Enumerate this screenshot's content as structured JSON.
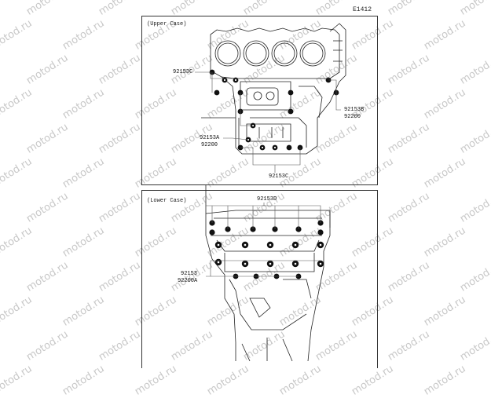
{
  "watermark": {
    "text": "motod.ru"
  },
  "document": {
    "code": "E1412"
  },
  "upper_case": {
    "title": "(Upper Case)",
    "callouts": {
      "c1": "92153C",
      "b_part": "92153B",
      "b_gasket": "92200",
      "a_part": "92153A",
      "a_gasket": "92200",
      "c2": "92153C"
    }
  },
  "lower_case": {
    "title": "(Lower Case)",
    "callouts": {
      "d": "92153D",
      "part": "92153",
      "gasket": "92200A"
    }
  }
}
